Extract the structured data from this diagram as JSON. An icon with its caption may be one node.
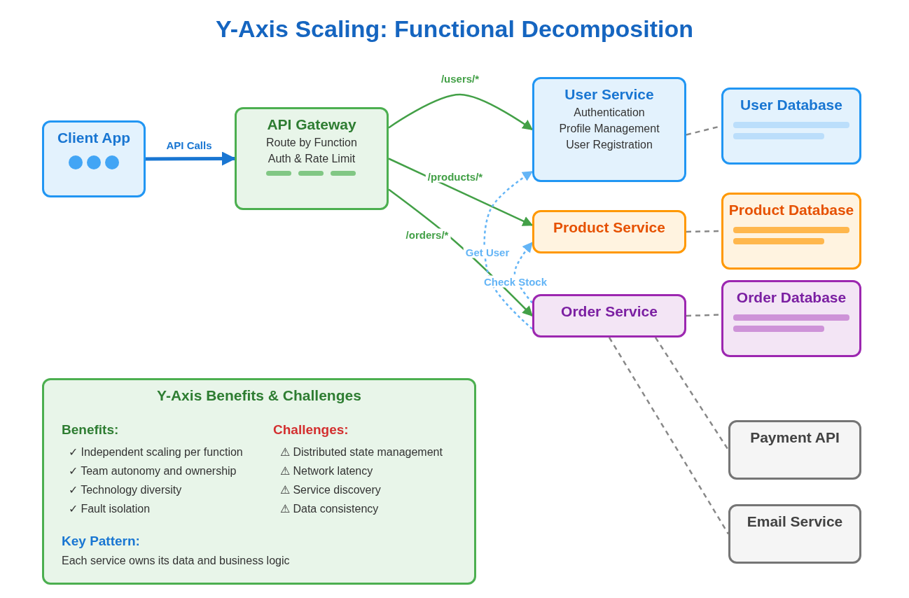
{
  "diagram": {
    "title": "Y-Axis Scaling: Functional Decomposition",
    "nodes": [
      {
        "text": [
          "Client App"
        ]
      },
      {
        "text": [
          "API Gateway",
          "Route by Function",
          "Auth & Rate Limit"
        ]
      },
      {
        "text": [
          "User Service",
          "Authentication",
          "Profile Management",
          "User Registration"
        ]
      },
      {
        "text": [
          "Product Service"
        ]
      },
      {
        "text": [
          "Order Service"
        ]
      },
      {
        "text": [
          "User Database"
        ]
      },
      {
        "text": [
          "Product Database"
        ]
      },
      {
        "text": [
          "Order Database"
        ]
      },
      {
        "text": [
          "Payment API"
        ]
      },
      {
        "text": [
          "Email Service"
        ]
      },
      {
        "text": [
          "Y-Axis Benefits & Challenges"
        ]
      }
    ],
    "edges": [
      {
        "from": 0,
        "to": 1,
        "arrow": "to",
        "label": "API Calls",
        "style": "thick",
        "color": "#1976d2"
      },
      {
        "from": 1,
        "to": 2,
        "arrow": "to",
        "label": "/users/*",
        "color": "#43a047"
      },
      {
        "from": 1,
        "to": 3,
        "arrow": "to",
        "label": "/products/*",
        "color": "#43a047"
      },
      {
        "from": 1,
        "to": 4,
        "arrow": "to",
        "label": "/orders/*",
        "color": "#43a047"
      },
      {
        "from": 4,
        "to": 2,
        "arrow": "to",
        "label": "Get User",
        "style": "dashed",
        "color": "#64b5f6"
      },
      {
        "from": 4,
        "to": 3,
        "arrow": "to",
        "label": "Check Stock",
        "style": "dashed",
        "color": "#64b5f6"
      },
      {
        "from": 2,
        "to": 5,
        "arrow": "none",
        "style": "dashed"
      },
      {
        "from": 3,
        "to": 6,
        "arrow": "none",
        "style": "dashed"
      },
      {
        "from": 4,
        "to": 7,
        "arrow": "none",
        "style": "dashed"
      },
      {
        "from": 4,
        "to": 8,
        "arrow": "none",
        "style": "dashed"
      },
      {
        "from": 4,
        "to": 9,
        "arrow": "none",
        "style": "dashed"
      }
    ],
    "labels": [
      "Benefits:",
      "✓ Independent scaling per function",
      "✓ Team autonomy and ownership",
      "✓ Technology diversity",
      "✓ Fault isolation",
      "Challenges:",
      "⚠ Distributed state management",
      "⚠ Network latency",
      "⚠ Service discovery",
      "⚠ Data consistency",
      "Key Pattern:",
      "Each service owns its data and business logic"
    ]
  }
}
